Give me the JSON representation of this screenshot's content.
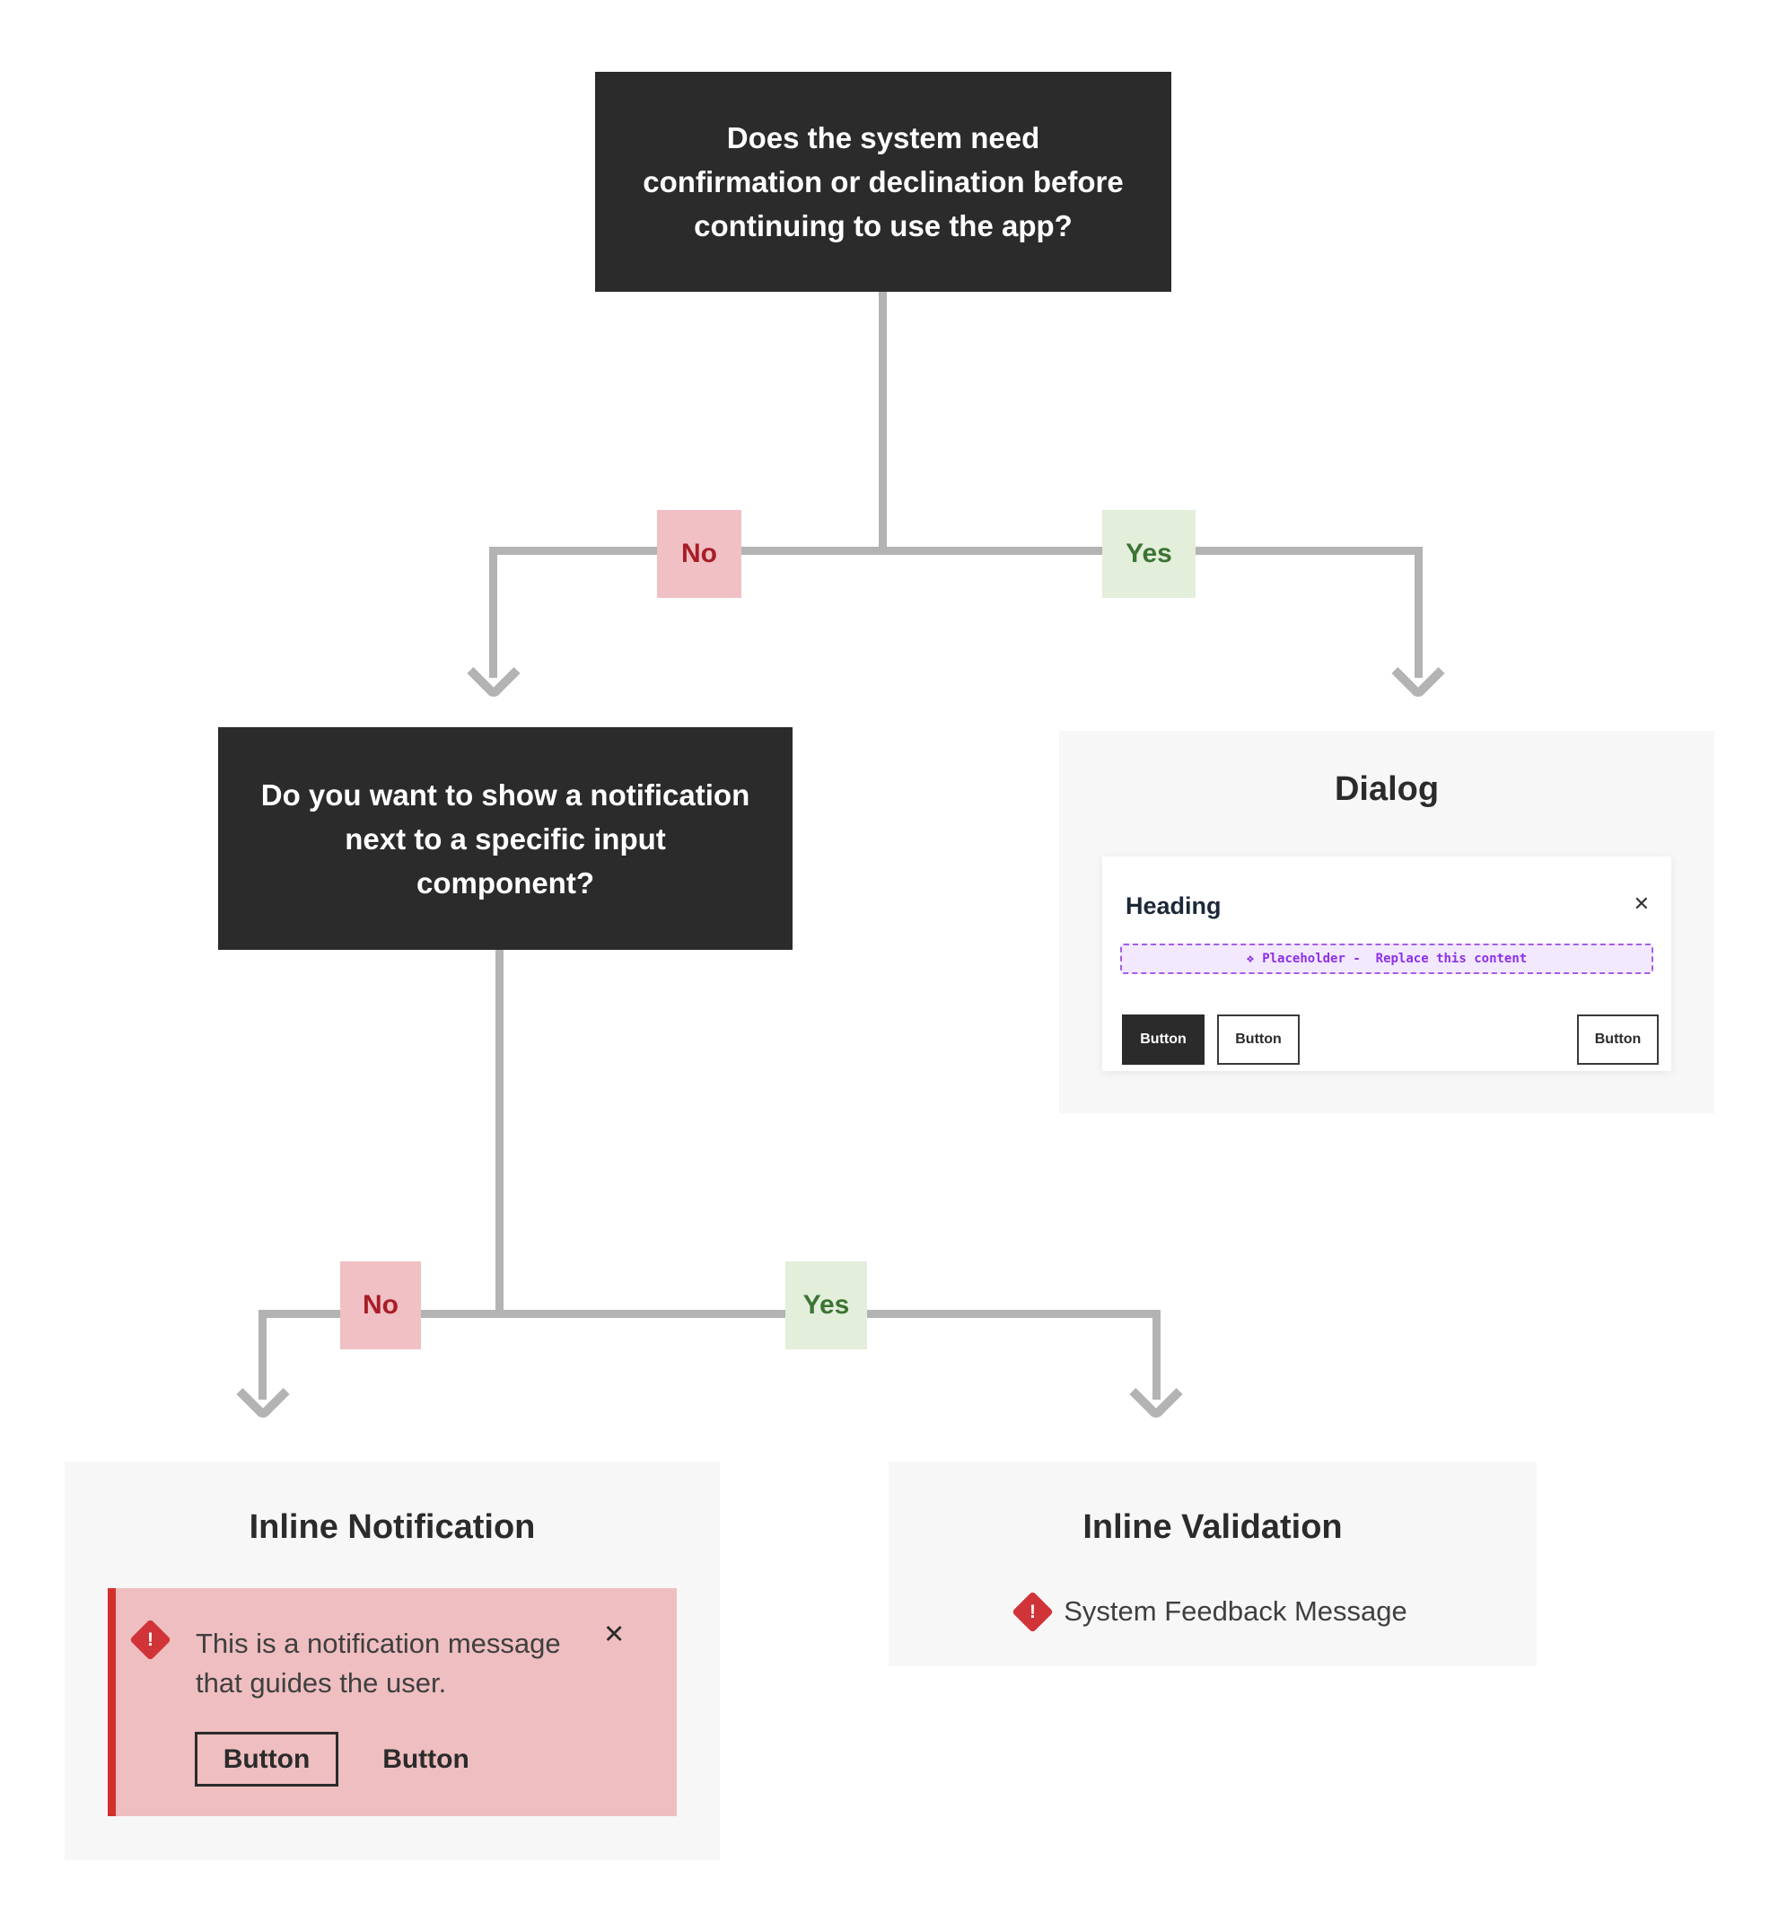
{
  "colors": {
    "question_box_bg": "#2b2b2b",
    "connector": "#b3b3b3",
    "panel_bg": "#f7f7f7",
    "no_bg": "#f0c0c4",
    "no_text": "#a91d27",
    "yes_bg": "#e3eedb",
    "yes_text": "#3d7434",
    "notification_bg": "#efbec0",
    "notification_accent": "#d2302c",
    "warning_icon_bg": "#d13438",
    "placeholder_bg": "#f3e9fe",
    "placeholder_border": "#a55ce8",
    "placeholder_text": "#8c30e8",
    "dialog_heading_text": "#1d2939"
  },
  "decision1": {
    "question": "Does the system need confirmation or declination before continuing to use the app?",
    "lines": [
      "Does the system need",
      "confirmation or declination before",
      "continuing to use the app?"
    ],
    "no_label": "No",
    "yes_label": "Yes"
  },
  "decision2": {
    "question": "Do you want to show a notification next to a specific input component?",
    "lines": [
      "Do you want to show a notification",
      "next to a specific input",
      "component?"
    ],
    "no_label": "No",
    "yes_label": "Yes"
  },
  "dialog": {
    "panel_title": "Dialog",
    "heading": "Heading",
    "close_icon": "✕",
    "placeholder_icon": "❖",
    "placeholder_text": "Placeholder -  Replace this content",
    "buttons": {
      "primary": "Button",
      "secondary": "Button",
      "tertiary": "Button"
    }
  },
  "inline_notification": {
    "panel_title": "Inline Notification",
    "warning_icon": "!",
    "message_line1": "This is a notification message",
    "message_line2": "that guides the user.",
    "close_icon": "✕",
    "buttons": {
      "primary": "Button",
      "secondary": "Button"
    }
  },
  "inline_validation": {
    "panel_title": "Inline Validation",
    "warning_icon": "!",
    "message": "System Feedback Message"
  }
}
